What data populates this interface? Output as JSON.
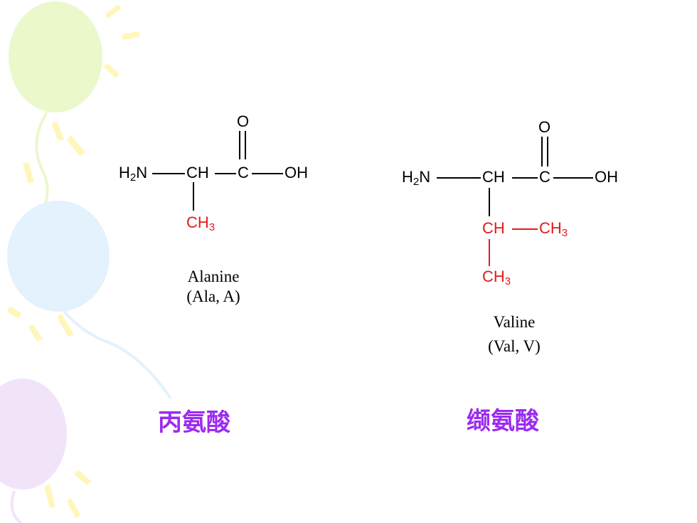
{
  "alanine": {
    "amino": "H",
    "amino_sub": "2",
    "amino_n": "N",
    "ch": "CH",
    "c": "C",
    "o": "O",
    "oh": "OH",
    "side_ch3": "CH",
    "side_ch3_sub": "3",
    "name": "Alanine",
    "abbr": "(Ala, A)",
    "chinese": "丙氨酸"
  },
  "valine": {
    "amino": "H",
    "amino_sub": "2",
    "amino_n": "N",
    "ch": "CH",
    "c": "C",
    "o": "O",
    "oh": "OH",
    "side_ch": "CH",
    "side_ch3_right": "CH",
    "side_ch3_right_sub": "3",
    "side_ch3_down": "CH",
    "side_ch3_down_sub": "3",
    "name": "Valine",
    "abbr": "(Val, V)",
    "chinese": "缬氨酸"
  },
  "colors": {
    "side_chain": "#e31b1b",
    "chinese_label": "#9b2bf0",
    "balloon_green": "#e8f7c8",
    "balloon_blue": "#dff0fb",
    "balloon_purple": "#efe1f8",
    "ray_yellow": "#fff3a8"
  }
}
